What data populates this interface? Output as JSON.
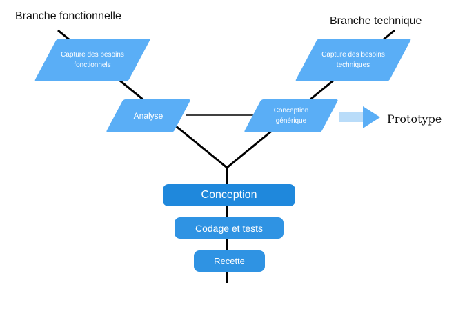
{
  "colors": {
    "parallelogram": "#5aaef6",
    "step_dark": "#1f88dc",
    "step_mid": "#2f93e3",
    "arrow_light": "#b9dcf9",
    "arrow_head": "#5aaef6",
    "line": "#000000"
  },
  "branches": {
    "functional_title": "Branche fonctionnelle",
    "technical_title": "Branche technique"
  },
  "nodes": {
    "capture_functional": {
      "line1": "Capture des besoins",
      "line2": "fonctionnels"
    },
    "capture_technical": {
      "line1": "Capture des besoins",
      "line2": "techniques"
    },
    "analyse": {
      "label": "Analyse"
    },
    "conception_generique": {
      "line1": "Conception",
      "line2": "générique"
    }
  },
  "prototype": {
    "label": "Prototype",
    "icon": "arrow-right-icon"
  },
  "steps": [
    {
      "label": "Conception"
    },
    {
      "label": "Codage et tests"
    },
    {
      "label": "Recette"
    }
  ]
}
